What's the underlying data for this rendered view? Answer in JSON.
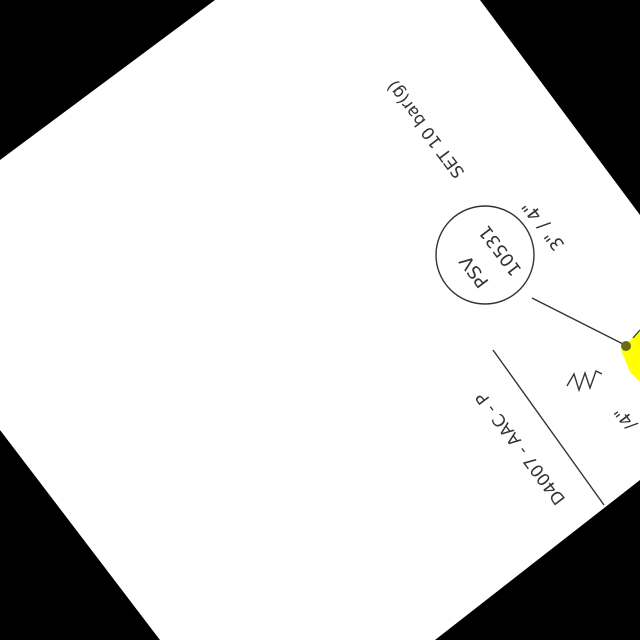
{
  "diagram": {
    "instrument_bubble": {
      "line1": "PSV",
      "line2": "10531"
    },
    "pipe_size": "3\" / 4\"",
    "set_pressure": "SET 10 bar(g)",
    "line_number": "D4007 - AAC - P",
    "inlet_size_fragment": "/4\"",
    "colors": {
      "background": "#000000",
      "sheet": "#ffffff",
      "ink": "#333333",
      "highlight": "#ffff00",
      "node": "#6b6b10"
    }
  }
}
